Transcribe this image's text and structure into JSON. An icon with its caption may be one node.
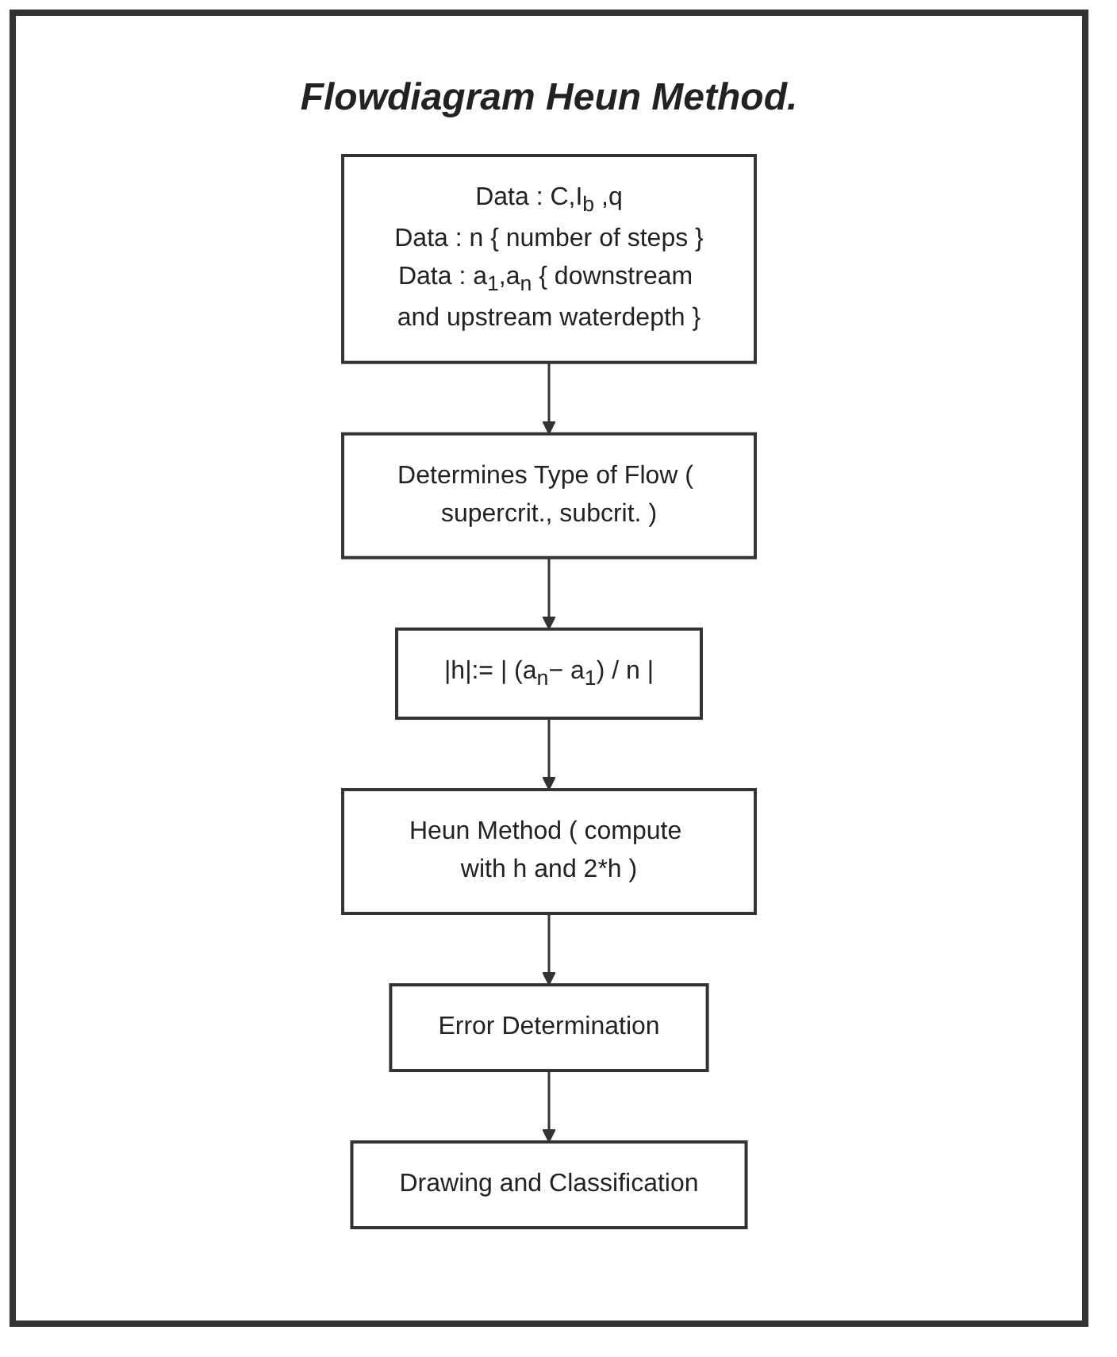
{
  "diagram": {
    "title": "Flowdiagram Heun Method.",
    "nodes": [
      {
        "text": [
          "Data : C,I$_{b}$ ,q",
          "Data : n { number of steps }",
          "Data : a$_{1}$,a$_{n}$ { downstream and upstream waterdepth }"
        ]
      },
      {
        "text": [
          "Determines Type of Flow ( supercrit., subcrit. )"
        ]
      },
      {
        "text": [
          "|h|:= | (a$_{n}$− a$_{1}$) / n |"
        ]
      },
      {
        "text": [
          "Heun Method ( compute with h and 2*h )"
        ]
      },
      {
        "text": [
          "Error Determination"
        ]
      },
      {
        "text": [
          "Drawing and Classification"
        ]
      }
    ],
    "edges": [
      {
        "from": 0,
        "to": 1,
        "arrow": "to"
      },
      {
        "from": 1,
        "to": 2,
        "arrow": "to"
      },
      {
        "from": 2,
        "to": 3,
        "arrow": "to"
      },
      {
        "from": 3,
        "to": 4,
        "arrow": "to"
      },
      {
        "from": 4,
        "to": 5,
        "arrow": "to"
      }
    ]
  }
}
